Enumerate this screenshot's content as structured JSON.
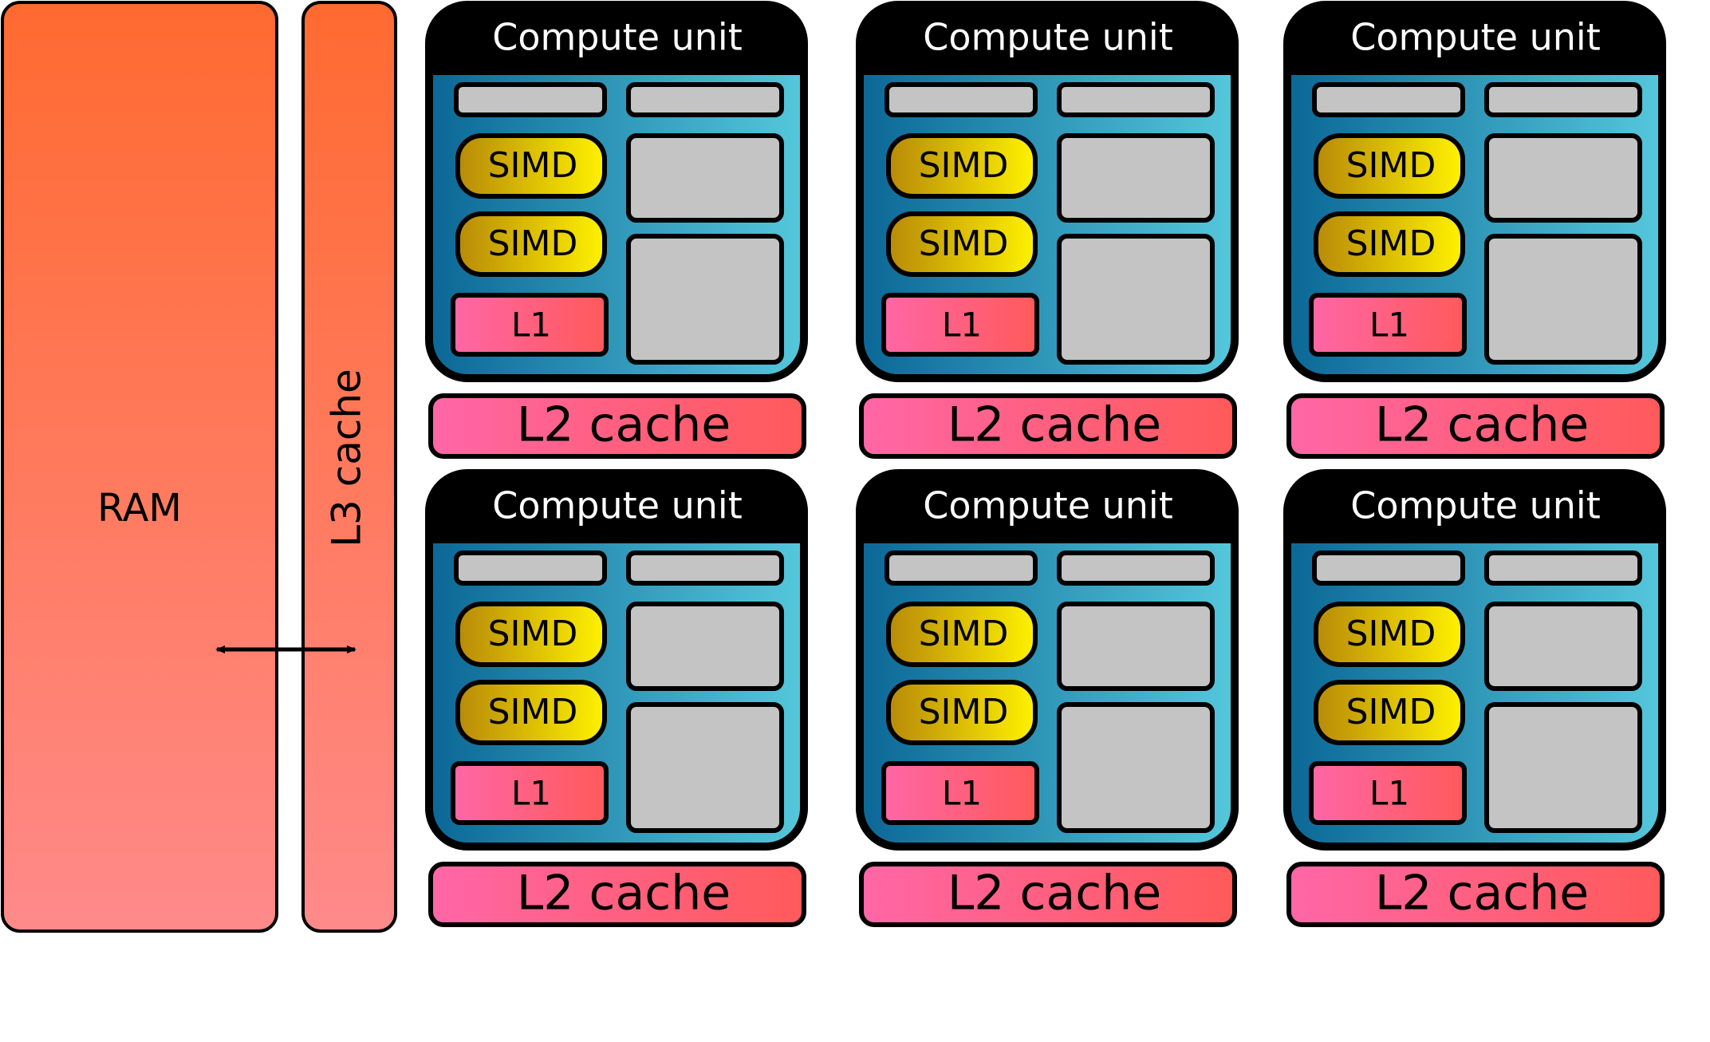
{
  "ram": {
    "label": "RAM"
  },
  "l3": {
    "label": "L3 cache"
  },
  "compute_units": [
    {
      "title": "Compute unit",
      "simd_labels": [
        "SIMD",
        "SIMD"
      ],
      "l1_label": "L1",
      "l2_label": "L2 cache"
    },
    {
      "title": "Compute unit",
      "simd_labels": [
        "SIMD",
        "SIMD"
      ],
      "l1_label": "L1",
      "l2_label": "L2 cache"
    },
    {
      "title": "Compute unit",
      "simd_labels": [
        "SIMD",
        "SIMD"
      ],
      "l1_label": "L1",
      "l2_label": "L2 cache"
    },
    {
      "title": "Compute unit",
      "simd_labels": [
        "SIMD",
        "SIMD"
      ],
      "l1_label": "L1",
      "l2_label": "L2 cache"
    },
    {
      "title": "Compute unit",
      "simd_labels": [
        "SIMD",
        "SIMD"
      ],
      "l1_label": "L1",
      "l2_label": "L2 cache"
    },
    {
      "title": "Compute unit",
      "simd_labels": [
        "SIMD",
        "SIMD"
      ],
      "l1_label": "L1",
      "l2_label": "L2 cache"
    }
  ],
  "colors": {
    "ram_top": "#ff6a30",
    "ram_bottom": "#ff8a8a",
    "cu_header": "#000000",
    "cu_body_left": "#0b6796",
    "cu_body_right": "#55c8dc",
    "simd_left": "#b88a08",
    "simd_right": "#fff200",
    "cache_left": "#ff66a6",
    "cache_right": "#ff5a5a",
    "grey_block": "#c4c4c4",
    "outline": "#000000"
  }
}
